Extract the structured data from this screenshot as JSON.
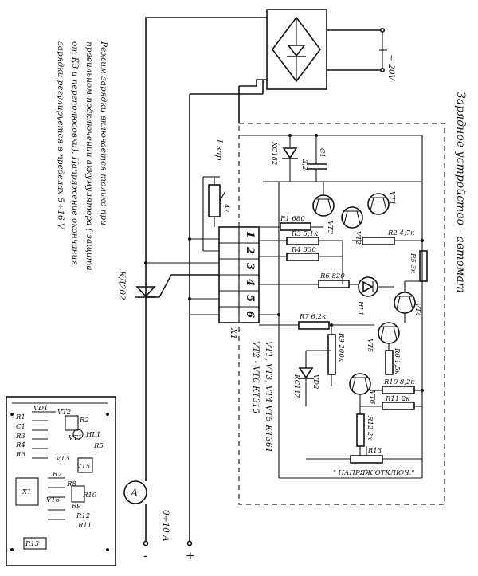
{
  "title": "Зарядное устройство - автомат",
  "supply": "~ 20V",
  "ammeter": {
    "symbol": "A",
    "range": "0÷10 A"
  },
  "plus_sign": "+",
  "minus_sign": "-",
  "diode_main": "КД202",
  "connector": {
    "name": "X1",
    "pins": [
      "1",
      "2",
      "3",
      "4",
      "5",
      "6"
    ]
  },
  "charge_label": "I зар",
  "components": {
    "vd1": "КС182",
    "c1": "С1",
    "c1_val": "2,2",
    "vt1": "VT1",
    "vt2": "VT2",
    "vt3": "VT3",
    "vt4": "VT4",
    "vt5": "VT5",
    "vt6": "VT6",
    "r1": "R1 680",
    "r2": "R2 4,7к",
    "r3": "R3 5,1к",
    "r4": "R4 330",
    "r5": "R5 3к",
    "r6": "R6 820",
    "r7": "R7 6,2к",
    "r8": "R8 1,5к",
    "r9": "R9 200к",
    "r10": "R10 8,2к",
    "r11": "R11 2к",
    "r12": "R12 2к",
    "r13": "R13",
    "hl1": "HL1",
    "vd2": "VD2",
    "vd2_type": "КС147",
    "pot": "47",
    "voltage_off": "\" НАПРЯЖ ОТКЛЮЧ.\""
  },
  "transistor_types": [
    "VT1, VT3, VT4 VT5 КТ361",
    "VT2 - VT6 КТ315"
  ],
  "description": [
    "Режим зарядки включается только при",
    "правильном подключении аккумулятора ( защита",
    "от КЗ и переполюсовки). Напряжение окончания",
    "зарядки регулируется в пределах  5÷16 V"
  ],
  "pcb_labels": {
    "vd1": "VD1",
    "r1": "R1",
    "c1": "C1",
    "r3": "R3",
    "r4": "R4",
    "r6": "R6",
    "vt2": "VT2",
    "r2": "R2",
    "vt1": "VT1",
    "hl1": "HL1",
    "r5": "R5",
    "vt3": "VT3",
    "vt5": "VT5",
    "r7": "R7",
    "r8": "R8",
    "x1": "X1",
    "vt6": "VT6",
    "r10": "R10",
    "r9": "R9",
    "r12": "R12",
    "r11": "R11",
    "r13": "R13"
  }
}
